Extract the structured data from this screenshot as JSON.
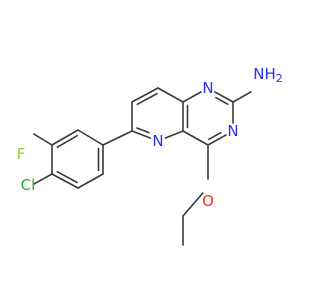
{
  "atom_labels": {
    "n1": "N",
    "n3": "N",
    "n5": "N",
    "nh2": "NH2",
    "o": "O",
    "f": "F",
    "cl": "Cl"
  },
  "colors": {
    "bond": "#3a3a3a",
    "nitrogen": "#2c2cff",
    "oxygen": "#ff2a1a",
    "fluorine": "#8fcf3f",
    "chlorine": "#22b52a",
    "background": "#ffffff"
  }
}
